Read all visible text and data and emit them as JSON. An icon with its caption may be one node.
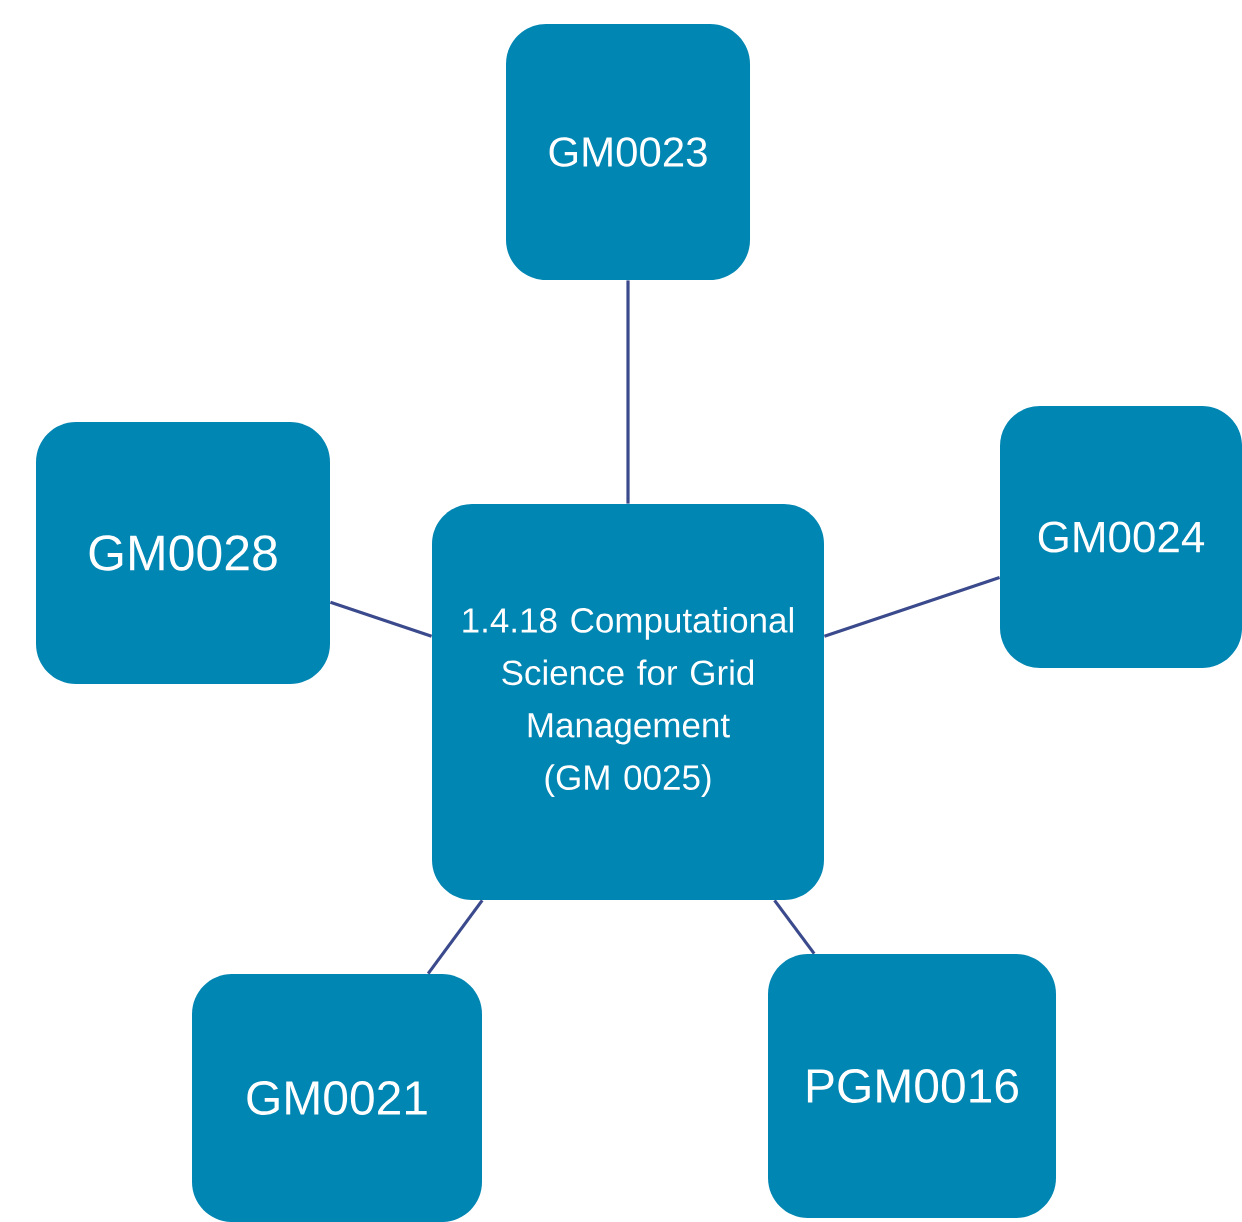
{
  "diagram": {
    "nodes": [
      {
        "text": [
          "GM0023"
        ]
      },
      {
        "text": [
          "GM0028"
        ]
      },
      {
        "text": [
          "1.4.18 Computational Science for Grid Management (GM 0025)"
        ]
      },
      {
        "text": [
          "GM0024"
        ]
      },
      {
        "text": [
          "GM0021"
        ]
      },
      {
        "text": [
          "PGM0016"
        ]
      }
    ],
    "edges": [
      {
        "from": 2,
        "to": 0,
        "arrow": "none"
      },
      {
        "from": 2,
        "to": 1,
        "arrow": "none"
      },
      {
        "from": 2,
        "to": 3,
        "arrow": "none"
      },
      {
        "from": 2,
        "to": 4,
        "arrow": "none"
      },
      {
        "from": 2,
        "to": 5,
        "arrow": "none"
      }
    ]
  }
}
